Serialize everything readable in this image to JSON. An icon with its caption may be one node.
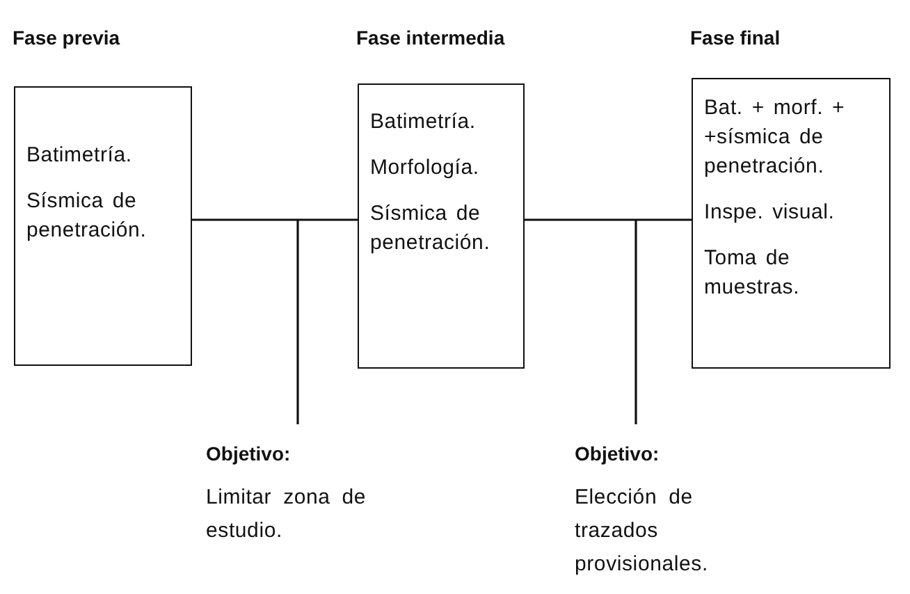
{
  "diagram": {
    "nodes": [
      {
        "text": [
          "Fase previa",
          "Batimetría.",
          "Sísmica de penetración."
        ]
      },
      {
        "text": [
          "Fase intermedia",
          "Batimetría.",
          "Morfología.",
          "Sísmica de penetración."
        ]
      },
      {
        "text": [
          "Fase final",
          "Bat. + morf. + +sísmica de penetración.",
          "Inspe. visual.",
          "Toma de muestras."
        ]
      },
      {
        "text": [
          "Objetivo:",
          "Limitar zona de estudio."
        ]
      },
      {
        "text": [
          "Objetivo:",
          "Elección de trazados provisionales."
        ]
      }
    ],
    "edges": [
      {
        "from": 0,
        "to": 1,
        "arrow": "none"
      },
      {
        "from": 1,
        "to": 2,
        "arrow": "none"
      },
      {
        "from": null,
        "to": 3,
        "arrow": "none"
      },
      {
        "from": null,
        "to": 4,
        "arrow": "none"
      }
    ]
  }
}
